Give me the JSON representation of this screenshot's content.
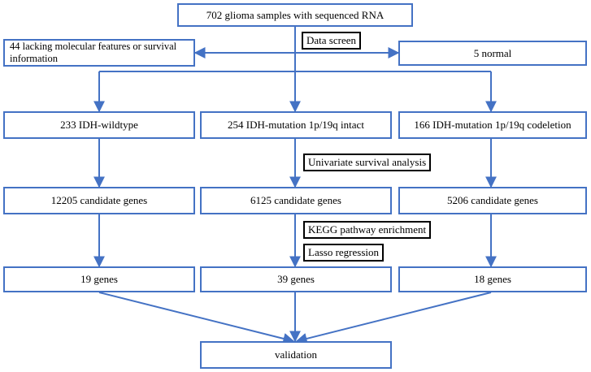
{
  "nodes": {
    "samples": "702 glioma samples with sequenced RNA",
    "lacking": "44 lacking molecular features or survival information",
    "normal": "5 normal",
    "wildtype": "233 IDH-wildtype",
    "intact": "254 IDH-mutation 1p/19q intact",
    "codeletion": "166 IDH-mutation 1p/19q codeletion",
    "genes_wildtype": "12205 candidate genes",
    "genes_intact": "6125 candidate genes",
    "genes_codeletion": "5206 candidate genes",
    "final_wildtype": "19 genes",
    "final_intact": "39 genes",
    "final_codeletion": "18 genes",
    "validation": "validation"
  },
  "labels": {
    "data_screen": "Data screen",
    "univariate": "Univariate survival analysis",
    "kegg": "KEGG pathway enrichment",
    "lasso": "Lasso regression"
  },
  "colors": {
    "box_border": "#4472c4",
    "arrow": "#4472c4",
    "label_border": "#000000"
  }
}
